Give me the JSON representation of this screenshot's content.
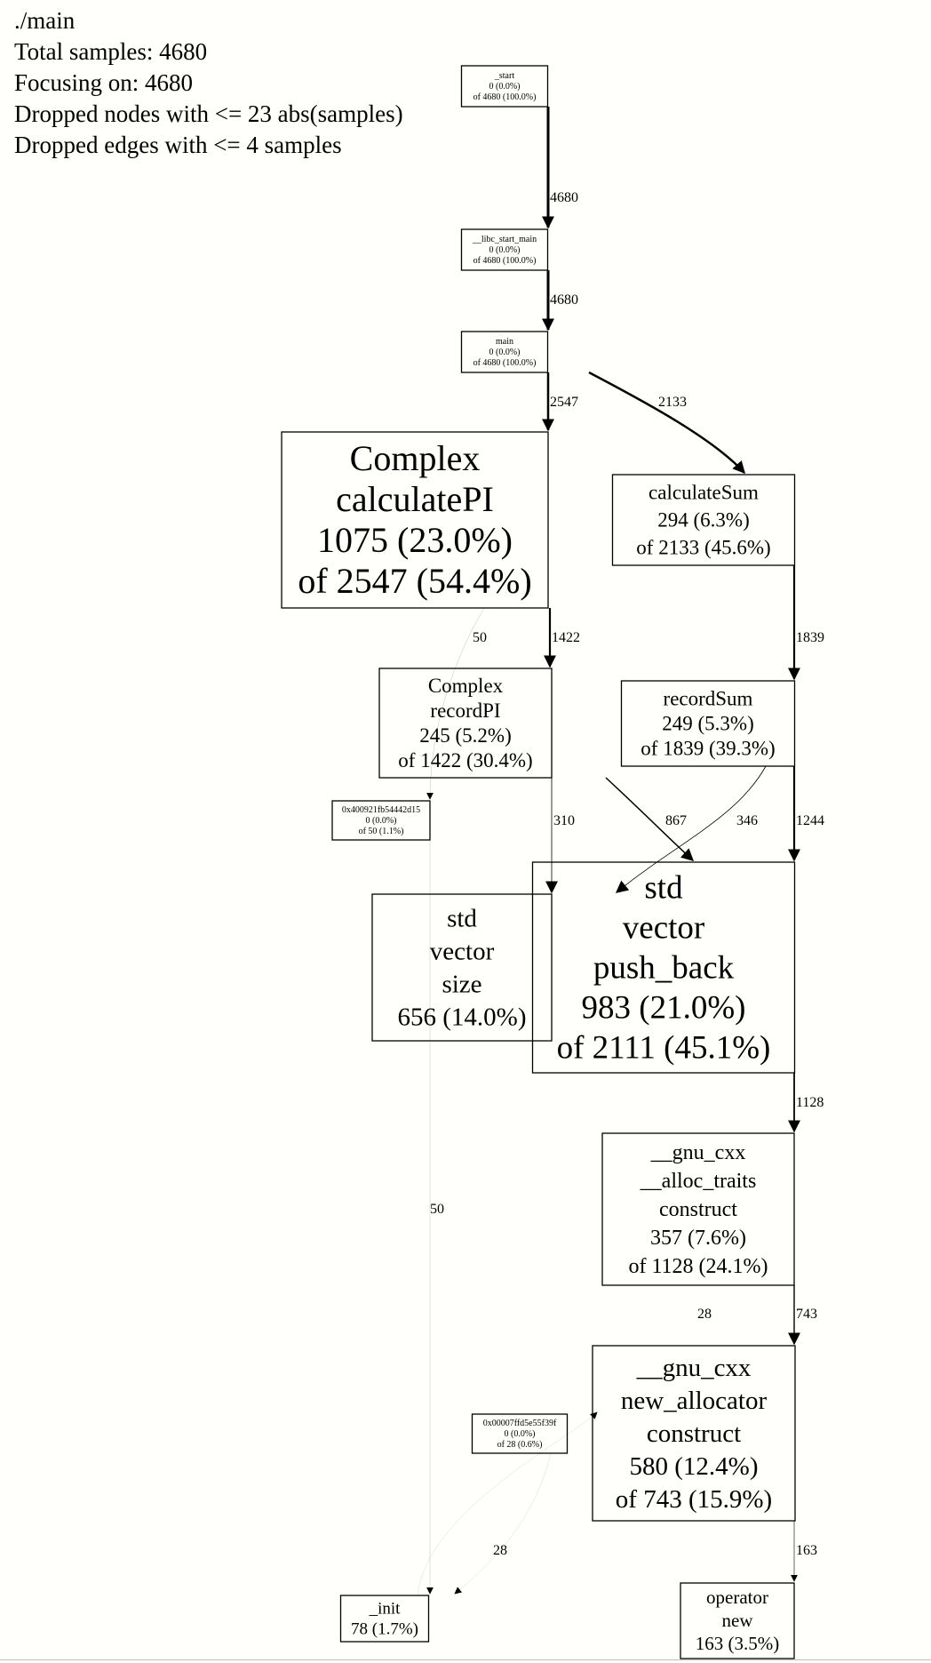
{
  "legend": [
    "./main",
    "Total samples: 4680",
    "Focusing on: 4680",
    "Dropped nodes with <= 23 abs(samples)",
    "Dropped edges with <= 4 samples"
  ],
  "nodes": [
    {
      "id": "start",
      "lines": [
        "_start",
        "0 (0.0%)",
        "of 4680 (100.0%)"
      ]
    },
    {
      "id": "libc_start_main",
      "lines": [
        "__libc_start_main",
        "0 (0.0%)",
        "of 4680 (100.0%)"
      ]
    },
    {
      "id": "main",
      "lines": [
        "main",
        "0 (0.0%)",
        "of 4680 (100.0%)"
      ]
    },
    {
      "id": "calculatePI",
      "lines": [
        "Complex",
        "calculatePI",
        "1075 (23.0%)",
        "of 2547 (54.4%)"
      ]
    },
    {
      "id": "calculateSum",
      "lines": [
        "calculateSum",
        "294 (6.3%)",
        "of 2133 (45.6%)"
      ]
    },
    {
      "id": "recordPI",
      "lines": [
        "Complex",
        "recordPI",
        "245 (5.2%)",
        "of 1422 (30.4%)"
      ]
    },
    {
      "id": "recordSum",
      "lines": [
        "recordSum",
        "249 (5.3%)",
        "of 1839 (39.3%)"
      ]
    },
    {
      "id": "addr1",
      "lines": [
        "0x400921fb54442d15",
        "0 (0.0%)",
        "of 50 (1.1%)"
      ]
    },
    {
      "id": "vector_size",
      "lines": [
        "std",
        "vector",
        "size",
        "656 (14.0%)"
      ]
    },
    {
      "id": "push_back",
      "lines": [
        "std",
        "vector",
        "push_back",
        "983 (21.0%)",
        "of 2111 (45.1%)"
      ]
    },
    {
      "id": "alloc_traits",
      "lines": [
        "__gnu_cxx",
        "__alloc_traits",
        "construct",
        "357 (7.6%)",
        "of 1128 (24.1%)"
      ]
    },
    {
      "id": "new_allocator",
      "lines": [
        "__gnu_cxx",
        "new_allocator",
        "construct",
        "580 (12.4%)",
        "of 743 (15.9%)"
      ]
    },
    {
      "id": "addr2",
      "lines": [
        "0x00007ffd5e55f39f",
        "0 (0.0%)",
        "of 28 (0.6%)"
      ]
    },
    {
      "id": "init",
      "lines": [
        "_init",
        "78 (1.7%)"
      ]
    },
    {
      "id": "operator_new",
      "lines": [
        "operator",
        "new",
        "163 (3.5%)"
      ]
    }
  ],
  "edges": [
    {
      "from": "start",
      "to": "libc_start_main",
      "label": "4680"
    },
    {
      "from": "libc_start_main",
      "to": "main",
      "label": "4680"
    },
    {
      "from": "main",
      "to": "calculatePI",
      "label": "2547"
    },
    {
      "from": "main",
      "to": "calculateSum",
      "label": "2133"
    },
    {
      "from": "calculatePI",
      "to": "recordPI",
      "label": "1422"
    },
    {
      "from": "calculatePI",
      "to": "addr1",
      "label": "50"
    },
    {
      "from": "calculateSum",
      "to": "recordSum",
      "label": "1839"
    },
    {
      "from": "recordPI",
      "to": "vector_size",
      "label": "310"
    },
    {
      "from": "recordPI",
      "to": "push_back",
      "label": "867"
    },
    {
      "from": "recordSum",
      "to": "vector_size",
      "label": "346"
    },
    {
      "from": "recordSum",
      "to": "push_back",
      "label": "1244"
    },
    {
      "from": "push_back",
      "to": "alloc_traits",
      "label": "1128"
    },
    {
      "from": "alloc_traits",
      "to": "new_allocator",
      "label": "743"
    },
    {
      "from": "addr1",
      "to": "init",
      "label": "50"
    },
    {
      "from": "new_allocator",
      "to": "operator_new",
      "label": "163"
    },
    {
      "from": "init",
      "to": "addr2",
      "label": "28"
    },
    {
      "from": "addr2",
      "to": "init",
      "label": "28"
    }
  ]
}
